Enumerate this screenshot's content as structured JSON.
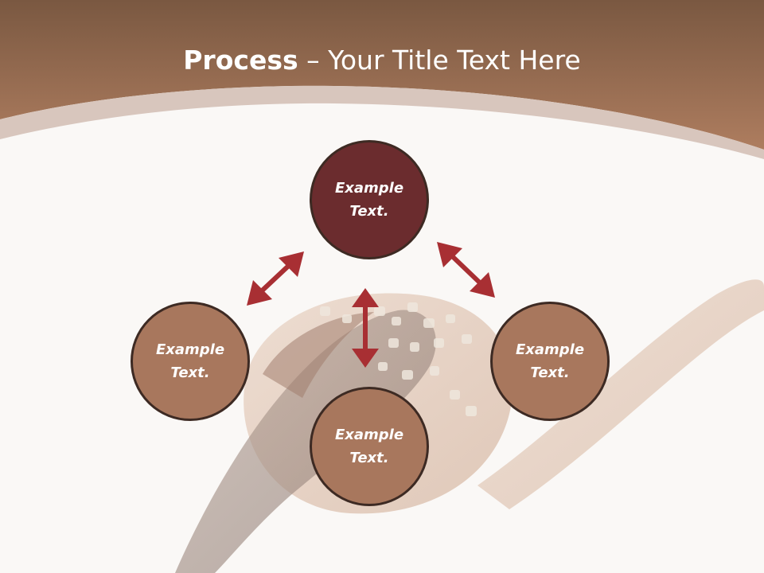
{
  "slide": {
    "title_bold": "Process",
    "title_rest": " – Your Title Text Here"
  },
  "diagram": {
    "nodes": [
      {
        "id": "top",
        "text": "Example\nText."
      },
      {
        "id": "left",
        "text": "Example\nText."
      },
      {
        "id": "right",
        "text": "Example\nText."
      },
      {
        "id": "bottom",
        "text": "Example\nText."
      }
    ]
  },
  "colors": {
    "header_brown": "#a8785b",
    "center_node": "#6b2c2e",
    "outer_node": "#a8775d",
    "arrow": "#a82f33"
  },
  "background": {
    "image": "fish-on-spoon"
  }
}
